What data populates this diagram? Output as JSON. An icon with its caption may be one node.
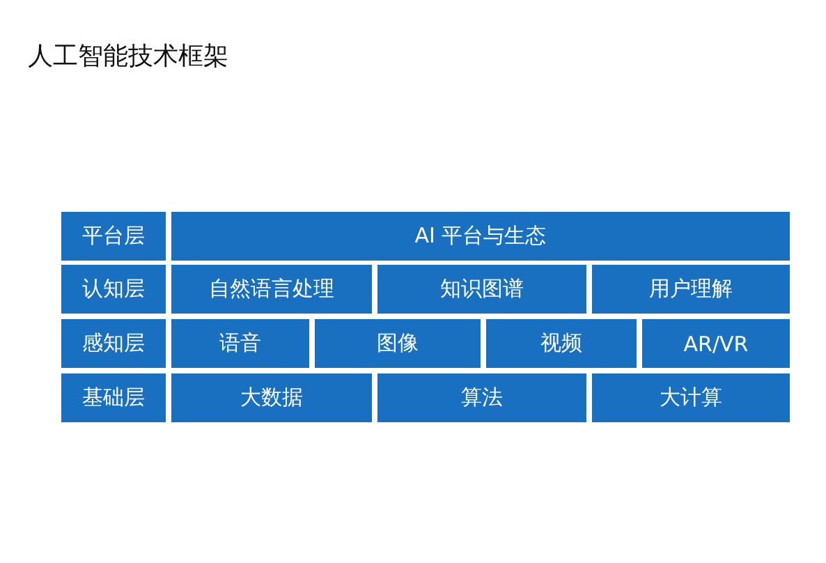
{
  "diagram": {
    "title": "人工智能技术框架",
    "nodes": [
      {
        "text": [
          "平台层"
        ]
      },
      {
        "text": [
          "AI 平台与生态"
        ]
      },
      {
        "text": [
          "认知层"
        ]
      },
      {
        "text": [
          "自然语言处理"
        ]
      },
      {
        "text": [
          "知识图谱"
        ]
      },
      {
        "text": [
          "用户理解"
        ]
      },
      {
        "text": [
          "感知层"
        ]
      },
      {
        "text": [
          "语音"
        ]
      },
      {
        "text": [
          "图像"
        ]
      },
      {
        "text": [
          "视频"
        ]
      },
      {
        "text": [
          "AR/VR"
        ]
      },
      {
        "text": [
          "基础层"
        ]
      },
      {
        "text": [
          "大数据"
        ]
      },
      {
        "text": [
          "算法"
        ]
      },
      {
        "text": [
          "大计算"
        ]
      }
    ]
  }
}
